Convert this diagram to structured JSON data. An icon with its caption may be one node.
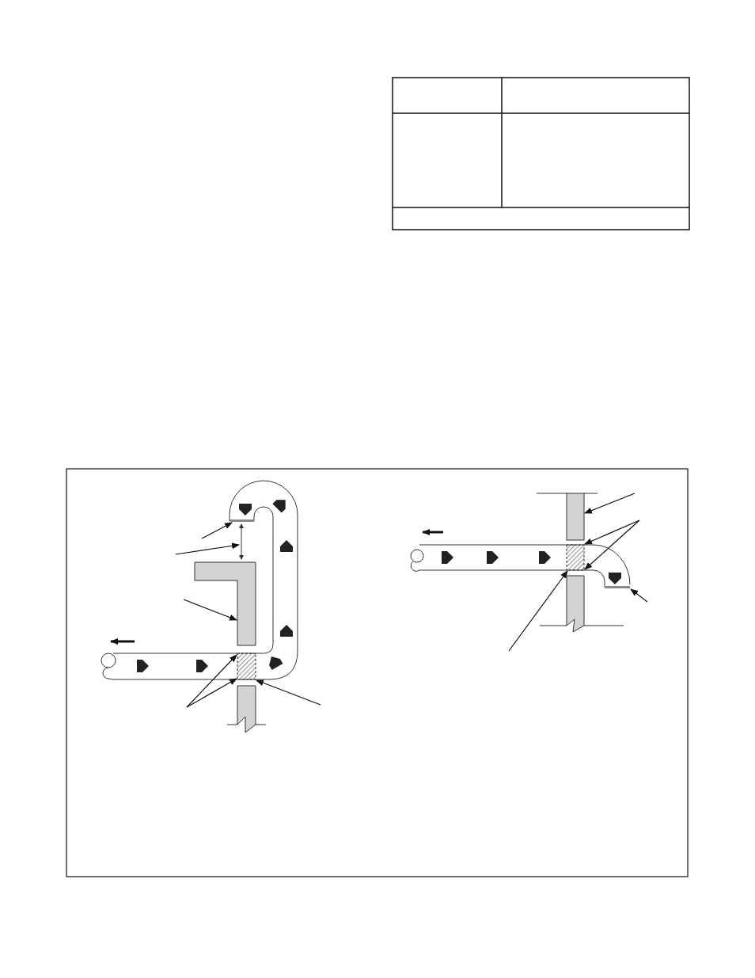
{
  "diagram": {
    "nodes": [
      {
        "text": [],
        "shape": "bar"
      },
      {
        "text": [],
        "shape": "box"
      },
      {
        "text": [],
        "shape": "box"
      },
      {
        "text": [],
        "shape": "box"
      },
      {
        "text": [],
        "shape": "box"
      },
      {
        "text": [],
        "shape": "bar"
      },
      {
        "text": [],
        "shape": "line"
      }
    ],
    "edges": [
      {
        "from": null,
        "to": 0,
        "arrow": "to"
      },
      {
        "from": null,
        "to": 6,
        "arrow": "to"
      },
      {
        "from": null,
        "to": 1,
        "arrow": "to"
      },
      {
        "from": null,
        "to": 2,
        "arrow": "to"
      },
      {
        "from": null,
        "to": 2,
        "arrow": "to"
      },
      {
        "from": null,
        "to": 2,
        "arrow": "to"
      },
      {
        "from": null,
        "to": 3,
        "arrow": "to"
      },
      {
        "from": null,
        "to": 4,
        "arrow": "to"
      },
      {
        "from": null,
        "to": 4,
        "arrow": "to"
      },
      {
        "from": null,
        "to": 4,
        "arrow": "to"
      },
      {
        "from": null,
        "to": 5,
        "arrow": "to"
      }
    ]
  }
}
